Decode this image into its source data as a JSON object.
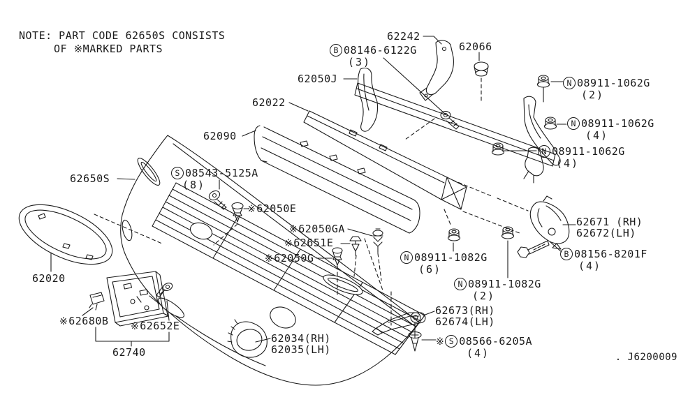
{
  "note": {
    "line1": "NOTE: PART CODE 62650S CONSISTS",
    "line2": "OF ※MARKED PARTS"
  },
  "diagram_id": ". J6200009",
  "colors": {
    "line": "#1b1b1b",
    "background": "#ffffff"
  },
  "labels": [
    {
      "text": "62242"
    },
    {
      "circle": "B",
      "text": "08146-6122G",
      "qty": "(3)"
    },
    {
      "text": "62066"
    },
    {
      "text": "62050J"
    },
    {
      "circle": "N",
      "text": "08911-1062G",
      "qty": "(2)"
    },
    {
      "text": "62022"
    },
    {
      "circle": "N",
      "text": "08911-1062G",
      "qty": "(4)"
    },
    {
      "text": "62090"
    },
    {
      "circle": "N",
      "text": "08911-1062G",
      "qty": "(4)"
    },
    {
      "circle": "S",
      "text": "08543-5125A",
      "qty": "(8)"
    },
    {
      "text": "62650S"
    },
    {
      "prefix": "※",
      "text": "62050E"
    },
    {
      "prefix": "※",
      "text": "62050GA"
    },
    {
      "prefix": "※",
      "text": "62651E"
    },
    {
      "prefix": "※",
      "text": "62050G"
    },
    {
      "circle": "N",
      "text": "08911-1082G",
      "qty": "(6)"
    },
    {
      "text": "62671 (RH)"
    },
    {
      "text": "62672(LH)"
    },
    {
      "circle": "B",
      "text": "08156-8201F",
      "qty": "(4)"
    },
    {
      "circle": "N",
      "text": "08911-1082G",
      "qty": "(2)"
    },
    {
      "text": "62020"
    },
    {
      "prefix": "※",
      "text": "62680B"
    },
    {
      "prefix": "※",
      "text": "62652E"
    },
    {
      "text": "62740"
    },
    {
      "text": "62034(RH)"
    },
    {
      "text": "62035(LH)"
    },
    {
      "text": "62673(RH)"
    },
    {
      "text": "62674(LH)"
    },
    {
      "prefix": "※",
      "circle": "S",
      "text": "08566-6205A",
      "qty": "(4)"
    }
  ]
}
